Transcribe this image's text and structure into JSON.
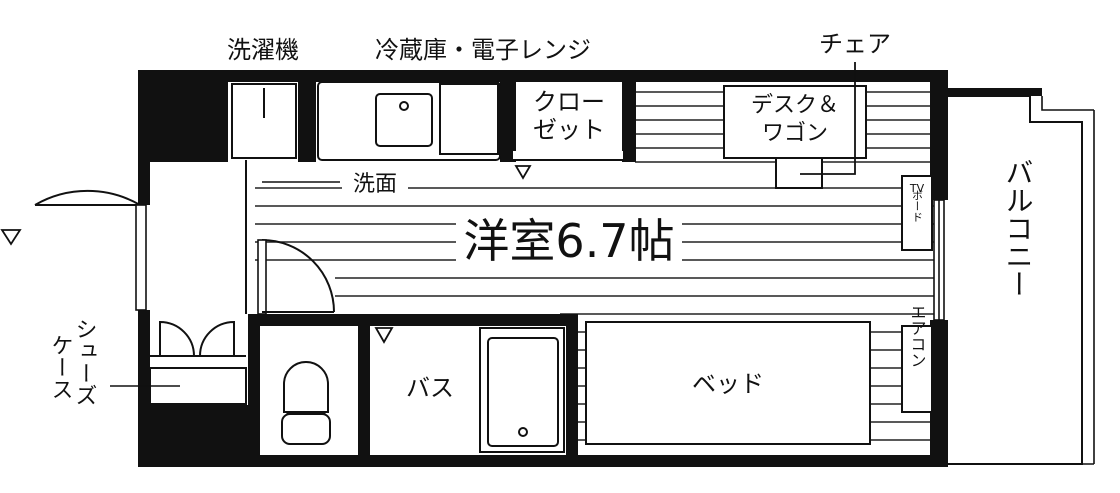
{
  "floorplan": {
    "room_label": "洋室6.7帖",
    "labels": {
      "washer": "洗濯機",
      "fridge_range": "冷蔵庫・電子レンジ",
      "chair": "チェア",
      "closet_line1": "クロー",
      "closet_line2": "ゼット",
      "desk_line1": "デスク＆",
      "desk_line2": "ワゴン",
      "washbasin": "洗面",
      "tv_line1": "TV",
      "tv_line2": "ボード",
      "balcony": "バルコニー",
      "shoe_case_col1": "シューズ",
      "shoe_case_col2": "ケース",
      "bath": "バス",
      "bed": "ベッド",
      "aircon": "エアコン"
    }
  }
}
